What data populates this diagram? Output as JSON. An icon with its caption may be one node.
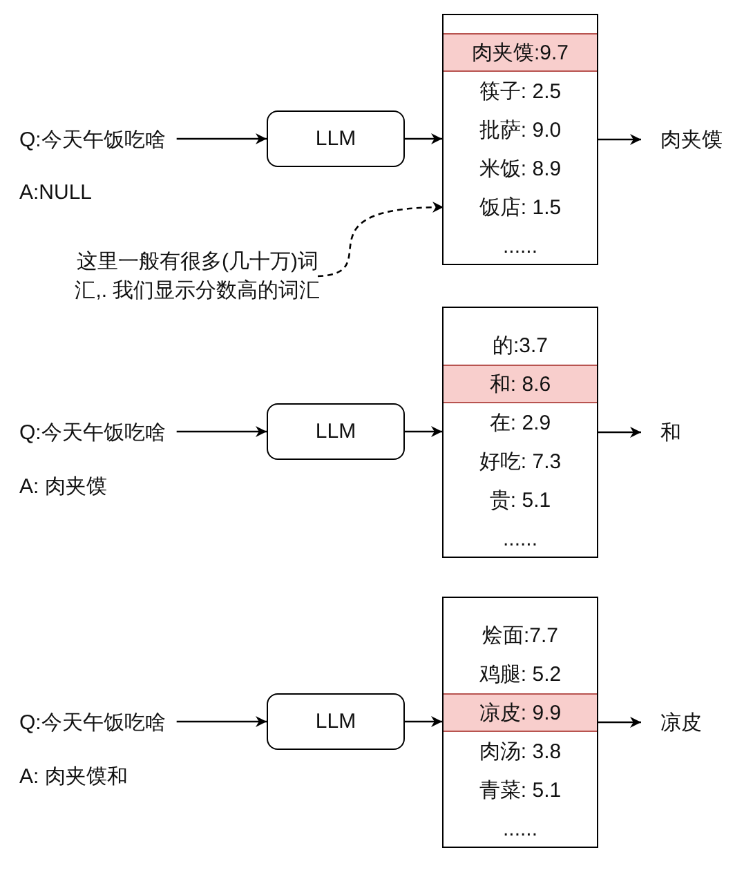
{
  "diagram": {
    "nodes": [
      {
        "text": [
          "Q:今天午饭吃啥"
        ],
        "beside": [
          "A:NULL"
        ]
      },
      {
        "text": [
          "LLM"
        ]
      },
      {
        "text": [],
        "shape": "box"
      },
      {
        "text": [
          "肉夹馍:9.7"
        ],
        "in": 2
      },
      {
        "text": [
          "筷子: 2.5"
        ],
        "in": 2
      },
      {
        "text": [
          "批萨: 9.0"
        ],
        "in": 2
      },
      {
        "text": [
          "米饭: 8.9"
        ],
        "in": 2
      },
      {
        "text": [
          "饭店: 1.5"
        ],
        "in": 2
      },
      {
        "text": [
          "......"
        ],
        "in": 2
      },
      {
        "text": [
          "肉夹馍"
        ]
      },
      {
        "text": [
          "这里一般有很多(几十万)词汇,. 我们显示分数高的词汇"
        ]
      },
      {
        "text": [
          "Q:今天午饭吃啥"
        ],
        "beside": [
          "A: 肉夹馍"
        ]
      },
      {
        "text": [
          "LLM"
        ]
      },
      {
        "text": [],
        "shape": "box"
      },
      {
        "text": [
          "的:3.7"
        ],
        "in": 13
      },
      {
        "text": [
          "和: 8.6"
        ],
        "in": 13
      },
      {
        "text": [
          "在: 2.9"
        ],
        "in": 13
      },
      {
        "text": [
          "好吃: 7.3"
        ],
        "in": 13
      },
      {
        "text": [
          "贵: 5.1"
        ],
        "in": 13
      },
      {
        "text": [
          "......"
        ],
        "in": 13
      },
      {
        "text": [
          "和"
        ]
      },
      {
        "text": [
          "Q:今天午饭吃啥"
        ],
        "beside": [
          "A: 肉夹馍和"
        ]
      },
      {
        "text": [
          "LLM"
        ]
      },
      {
        "text": [],
        "shape": "box"
      },
      {
        "text": [
          "烩面:7.7"
        ],
        "in": 23
      },
      {
        "text": [
          "鸡腿: 5.2"
        ],
        "in": 23
      },
      {
        "text": [
          "凉皮: 9.9"
        ],
        "in": 23
      },
      {
        "text": [
          "肉汤: 3.8"
        ],
        "in": 23
      },
      {
        "text": [
          "青菜: 5.1"
        ],
        "in": 23
      },
      {
        "text": [
          "......"
        ],
        "in": 23
      },
      {
        "text": [
          "凉皮"
        ]
      }
    ],
    "edges": [
      {
        "from": 0,
        "to": 1,
        "arrow": "to"
      },
      {
        "from": 1,
        "to": 2,
        "arrow": "to"
      },
      {
        "from": 2,
        "to": 9,
        "arrow": "to"
      },
      {
        "from": 10,
        "to": 7,
        "arrow": "to",
        "style": "dashed"
      },
      {
        "from": 11,
        "to": 12,
        "arrow": "to"
      },
      {
        "from": 12,
        "to": 13,
        "arrow": "to"
      },
      {
        "from": 13,
        "to": 20,
        "arrow": "to"
      },
      {
        "from": 21,
        "to": 22,
        "arrow": "to"
      },
      {
        "from": 22,
        "to": 23,
        "arrow": "to"
      },
      {
        "from": 23,
        "to": 30,
        "arrow": "to"
      }
    ]
  }
}
